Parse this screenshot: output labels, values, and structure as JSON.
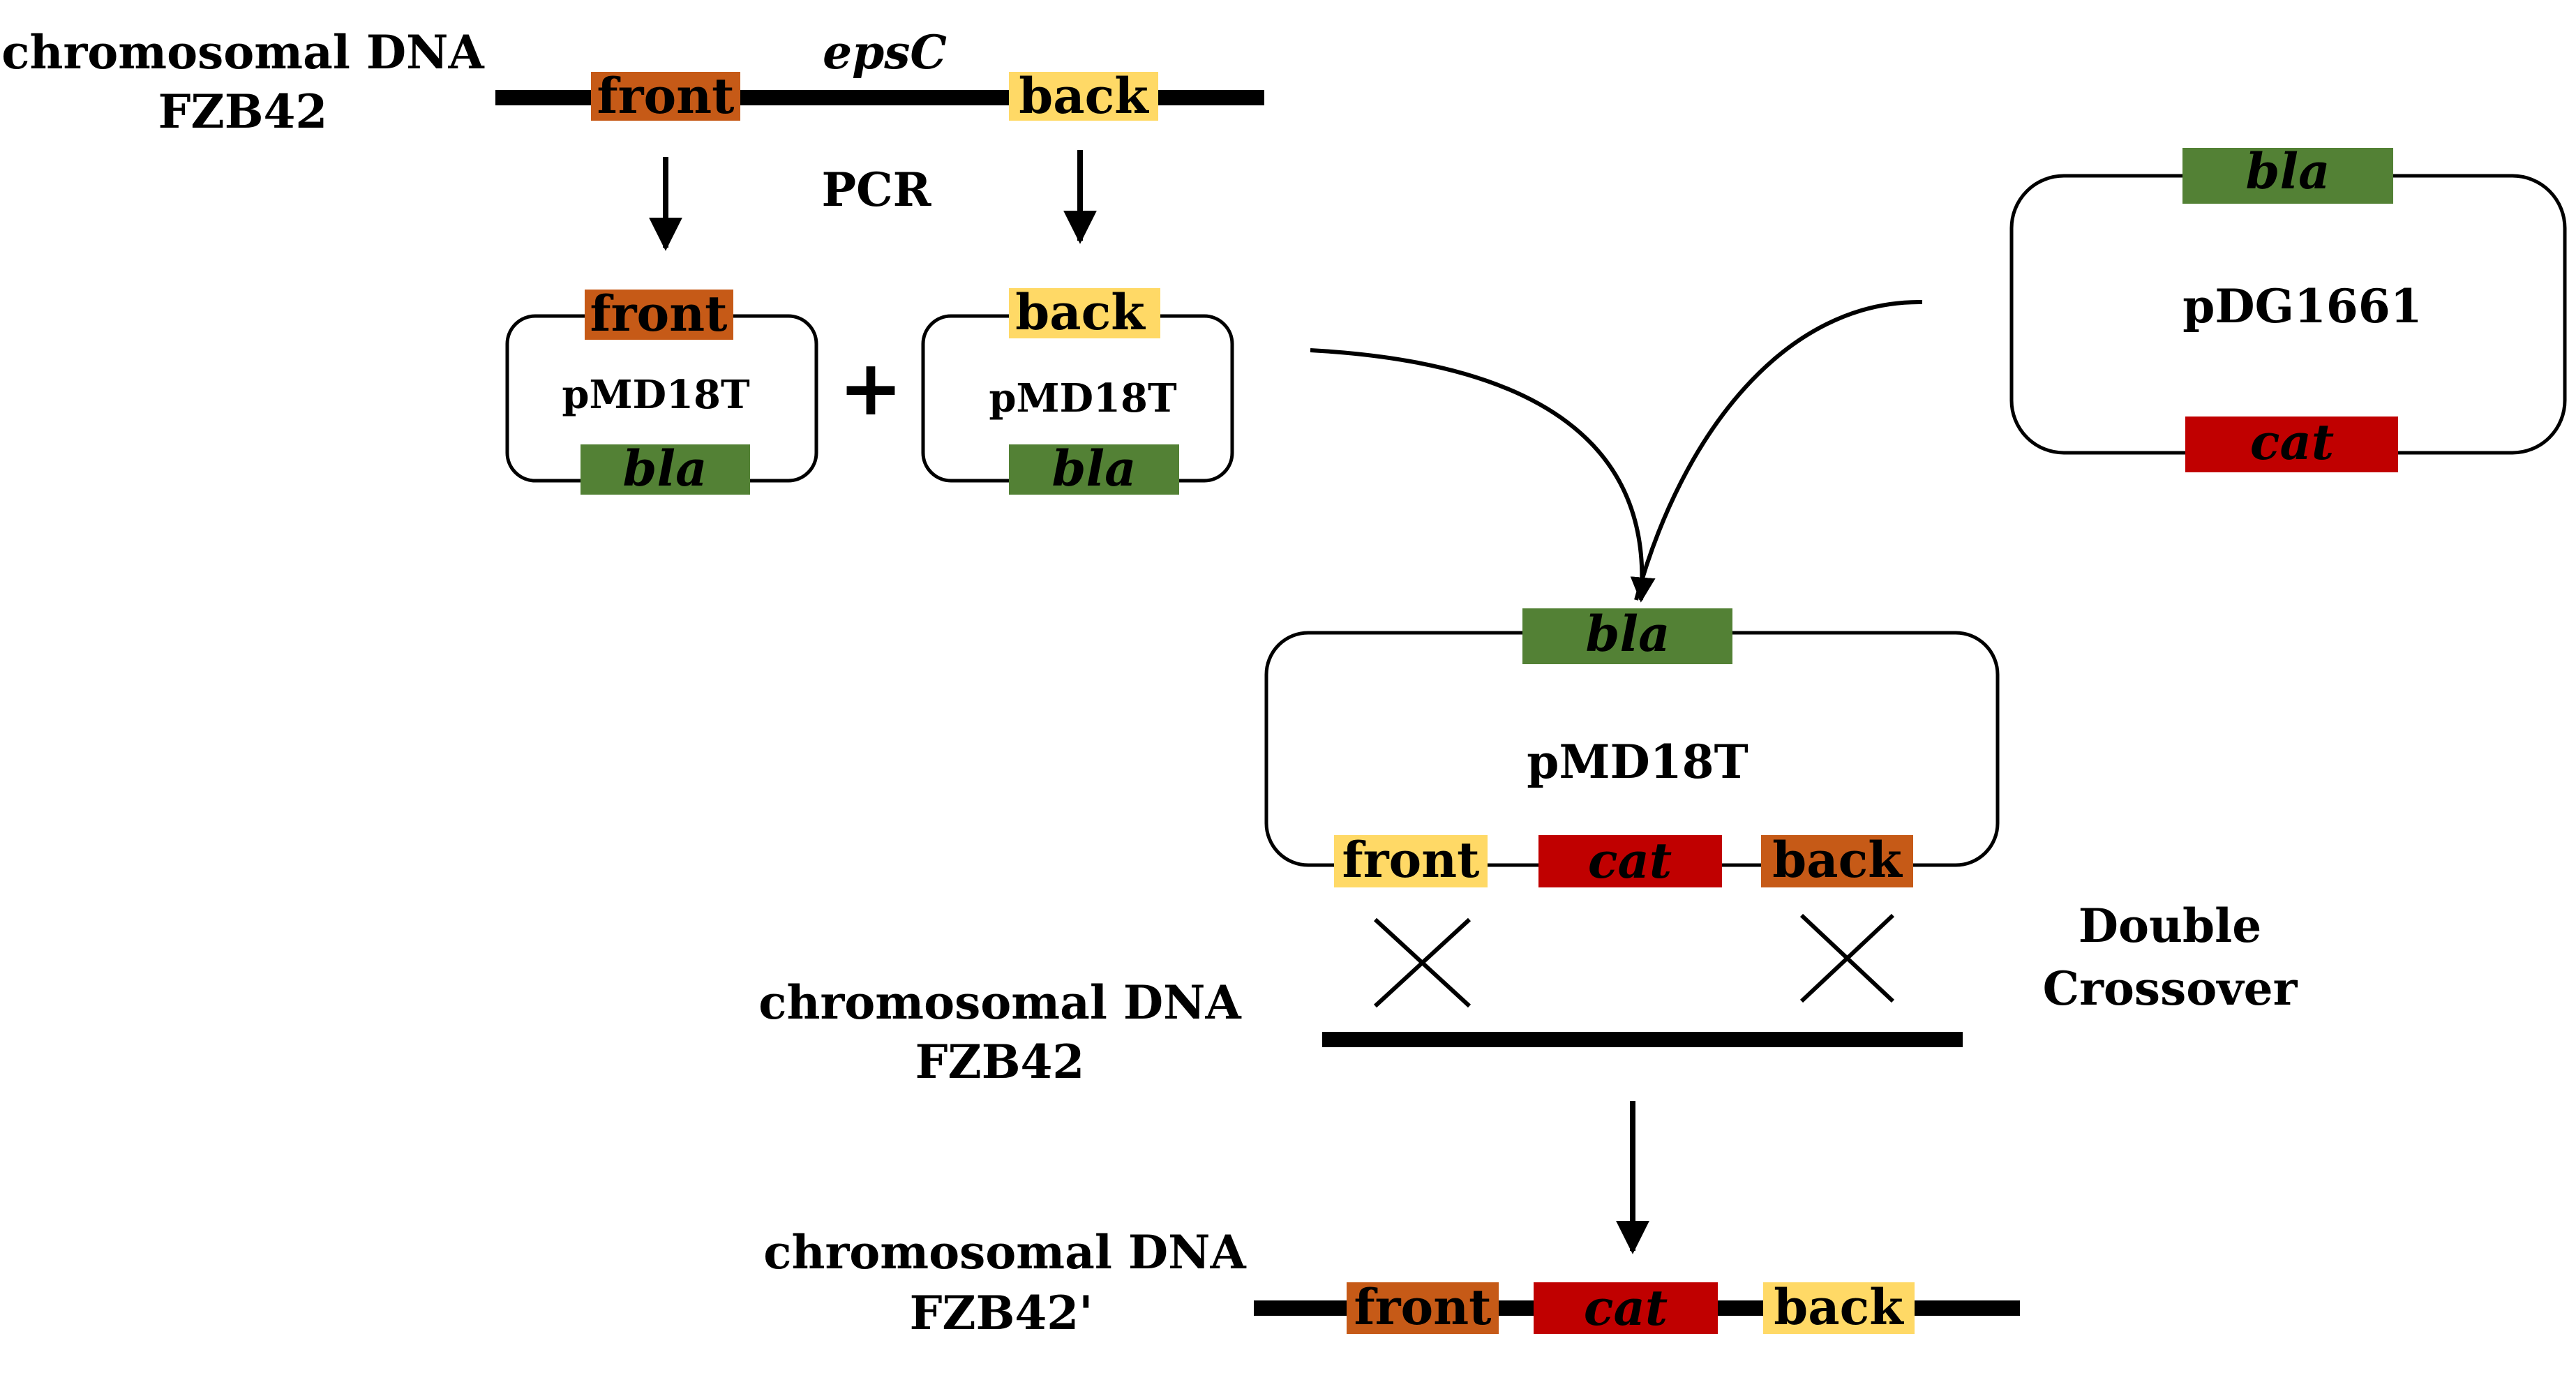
{
  "colors": {
    "front_orange": "#C65A17",
    "back_yellow": "#FFD966",
    "bla_green": "#538135",
    "cat_red": "#C00000",
    "line": "#000000"
  },
  "top": {
    "chromosome_label_1": "chromosomal DNA",
    "chromosome_label_2": "FZB42",
    "gene_label": "epsC",
    "front": "front",
    "back": "back",
    "pcr": "PCR"
  },
  "clones": {
    "left": {
      "insert": "front",
      "name": "pMD18T",
      "marker": "bla"
    },
    "plus": "+",
    "right": {
      "insert": "back",
      "name": "pMD18T",
      "marker": "bla"
    }
  },
  "pdg": {
    "marker_top": "bla",
    "name": "pDG1661",
    "marker_bottom": "cat"
  },
  "construct": {
    "marker": "bla",
    "name": "pMD18T",
    "front": "front",
    "cat": "cat",
    "back": "back"
  },
  "crossover": {
    "label_1": "Double",
    "label_2": "Crossover",
    "chromosome_label_1": "chromosomal DNA",
    "chromosome_label_2": "FZB42"
  },
  "result": {
    "chromosome_label_1": "chromosomal DNA",
    "chromosome_label_2": "FZB42'",
    "front": "front",
    "cat": "cat",
    "back": "back"
  }
}
